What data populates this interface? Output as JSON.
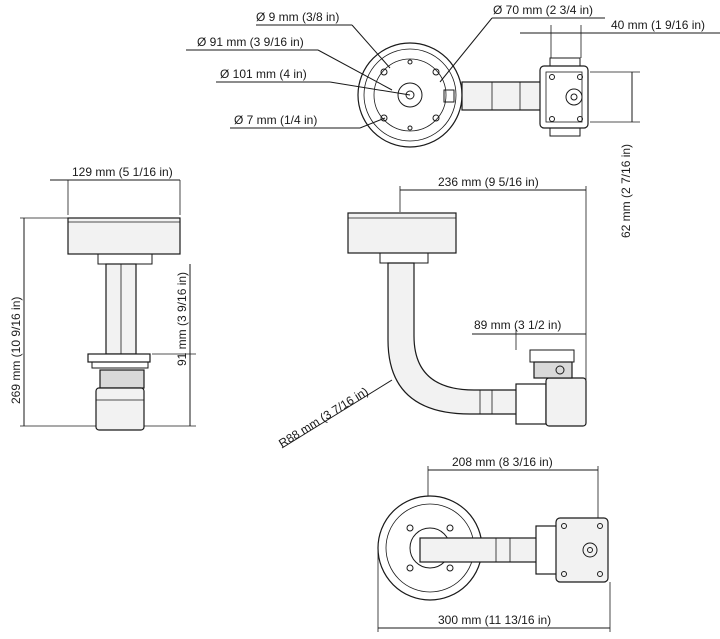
{
  "diagram": {
    "dimensions": {
      "d9": "Ø 9 mm (3/8 in)",
      "d70": "Ø 70 mm (2 3/4 in)",
      "d91": "Ø 91 mm (3 9/16 in)",
      "d40": "40 mm (1 9/16 in)",
      "d101": "Ø 101 mm (4 in)",
      "d7": "Ø 7 mm (1/4 in)",
      "d62": "62 mm (2 7/16 in)",
      "d129": "129 mm (5 1/16 in)",
      "d236": "236 mm (9 5/16 in)",
      "d269": "269 mm (10 9/16 in)",
      "d91v": "91 mm (3 9/16 in)",
      "d89": "89 mm (3 1/2 in)",
      "r88": "R88 mm (3 7/16 in)",
      "d208": "208 mm (8 3/16 in)",
      "d300": "300 mm (11 13/16 in)"
    }
  }
}
